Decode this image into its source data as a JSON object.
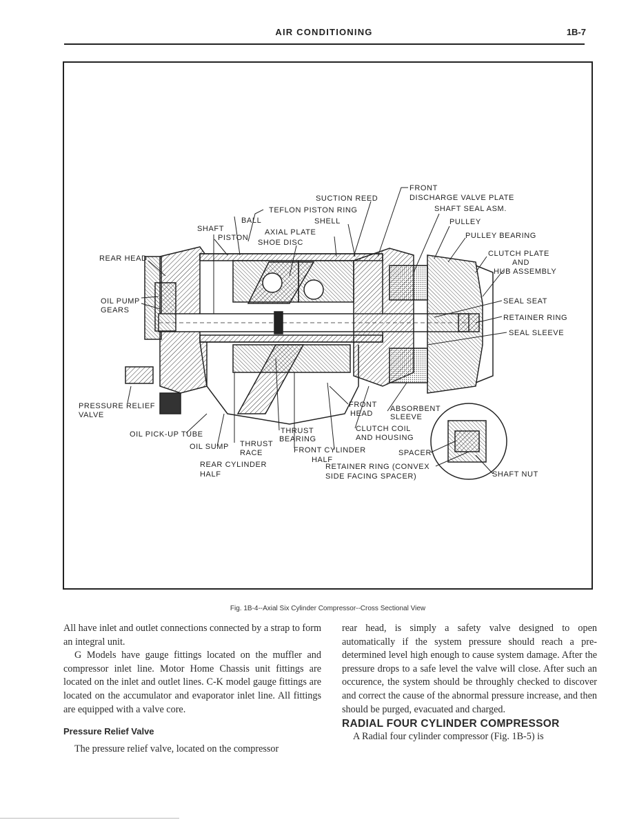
{
  "header": {
    "title": "AIR CONDITIONING",
    "page": "1B-7"
  },
  "figure": {
    "labels": {
      "front": "FRONT",
      "suction_reed": "SUCTION REED",
      "discharge_valve_plate": "DISCHARGE VALVE PLATE",
      "teflon_piston_ring": "TEFLON PISTON RING",
      "shaft_seal_asm": "SHAFT SEAL ASM.",
      "ball": "BALL",
      "shell": "SHELL",
      "pulley": "PULLEY",
      "shaft": "SHAFT",
      "axial_plate": "AXIAL PLATE",
      "piston": "PISTON",
      "shoe_disc": "SHOE DISC",
      "pulley_bearing": "PULLEY BEARING",
      "clutch_plate": "CLUTCH PLATE",
      "and": "AND",
      "hub_assembly": "HUB ASSEMBLY",
      "rear_head": "REAR HEAD",
      "oil_pump": "OIL PUMP",
      "gears": "GEARS",
      "seal_seat": "SEAL SEAT",
      "retainer_ring": "RETAINER RING",
      "seal_sleeve": "SEAL SLEEVE",
      "pressure_relief": "PRESSURE RELIEF",
      "valve": "VALVE",
      "front_head_1": "FRONT",
      "front_head_2": "HEAD",
      "absorbent": "ABSORBENT",
      "sleeve": "SLEEVE",
      "oil_pickup_tube": "OIL PICK-UP TUBE",
      "thrust_1": "THRUST",
      "bearing": "BEARING",
      "clutch_coil": "CLUTCH COIL",
      "and_housing": "AND HOUSING",
      "oil_sump": "OIL SUMP",
      "thrust_2": "THRUST",
      "race": "RACE",
      "front_cylinder": "FRONT CYLINDER",
      "half_1": "HALF",
      "spacer": "SPACER",
      "rear_cylinder": "REAR CYLINDER",
      "half_2": "HALF",
      "retainer_ring_convex": "RETAINER RING (CONVEX",
      "side_facing_spacer": "SIDE FACING SPACER)",
      "shaft_nut": "SHAFT NUT"
    },
    "caption": "Fig. 1B-4--Axial Six Cylinder Compressor--Cross Sectional View"
  },
  "left_column": {
    "p1": "All have inlet and outlet connections connected by a strap to form an integral unit.",
    "p2": "G Models have gauge fittings located on the muffler and compressor inlet line. Motor Home Chassis unit fittings are located on the inlet and outlet lines. C-K model gauge fittings are located on the accumulator and evaporator inlet line. All fittings are equipped with a valve core.",
    "heading": "Pressure Relief Valve",
    "p3": "The pressure relief valve, located on the compressor"
  },
  "right_column": {
    "p1": "rear head, is simply a safety valve designed to open automatically if the system pressure should reach a pre-determined level high enough to cause system damage. After the pressure drops to a safe level the valve will close. After such an occurence, the system should be throughly checked to discover and correct the cause of the abnormal pressure increase, and then should be purged, evacuated and charged.",
    "heading": "RADIAL FOUR CYLINDER COMPRESSOR",
    "p2": "A Radial four cylinder compressor (Fig. 1B-5) is"
  }
}
